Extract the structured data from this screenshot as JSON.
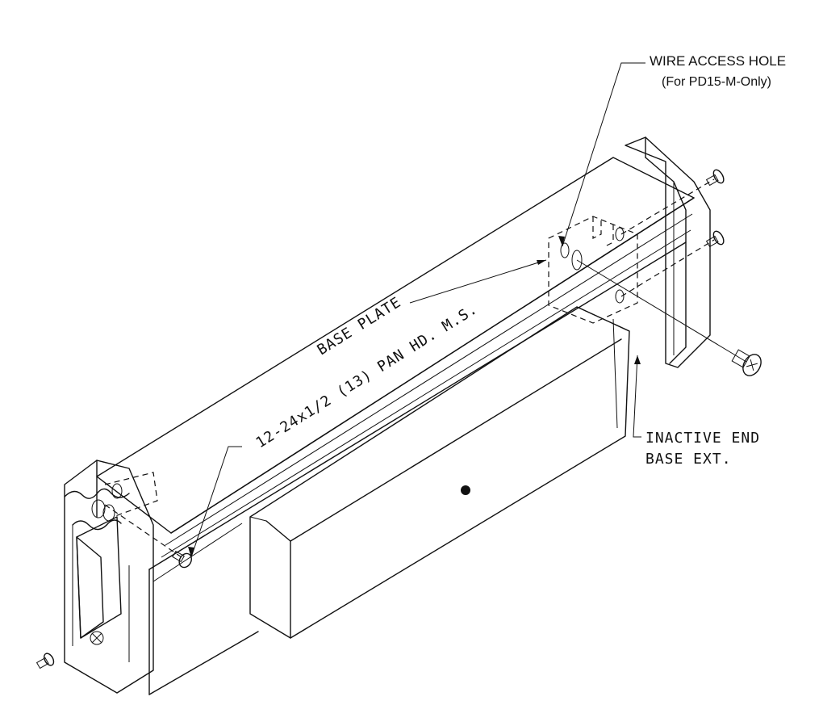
{
  "labels": {
    "wire_access_hole": "WIRE ACCESS HOLE",
    "wire_access_note": "(For PD15-M-Only)",
    "base_plate": "BASE PLATE",
    "screws": "12-24x1/2 (13) PAN HD. M.S.",
    "inactive_end_line1": "INACTIVE END",
    "inactive_end_line2": "BASE EXT."
  },
  "colors": {
    "ink": "#111111",
    "background": "#ffffff"
  },
  "icons": [
    "pan-head-screw-icon",
    "shoulder-screw-icon"
  ]
}
